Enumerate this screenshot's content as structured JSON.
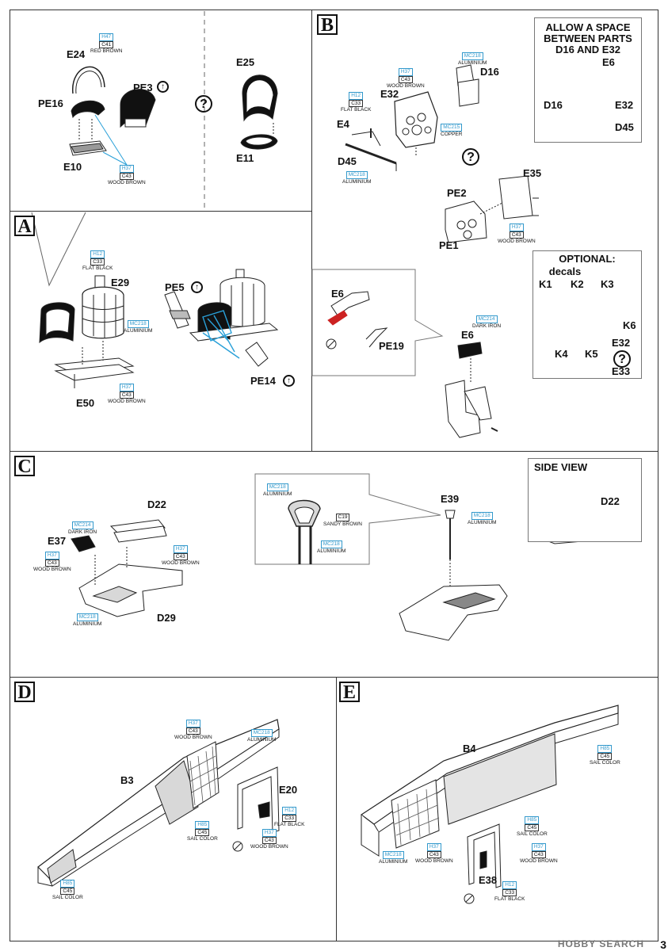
{
  "steps": {
    "b": "B",
    "a": "A",
    "c": "C",
    "d": "D",
    "e": "E"
  },
  "top_left": {
    "parts": {
      "e24": "E24",
      "pe16": "PE16",
      "pe3": "PE3",
      "e10": "E10",
      "e25": "E25",
      "e11": "E11"
    },
    "paints": {
      "seat_frame": {
        "code": "H47",
        "code2": "C41",
        "name": "RED BROWN"
      },
      "seat_base": {
        "code": "H37",
        "code2": "C43",
        "name": "WOOD BROWN"
      }
    }
  },
  "step_b": {
    "parts": {
      "e32": "E32",
      "e4": "E4",
      "d45": "D45",
      "d16": "D16",
      "e35": "E35",
      "pe2": "PE2",
      "pe1": "PE1",
      "e6": "E6",
      "pe19": "PE19"
    },
    "paints": {
      "aluminium_top": {
        "code": "MC218",
        "name": "ALUMINIUM"
      },
      "wood_brown": {
        "code": "H37",
        "code2": "C43",
        "name": "WOOD BROWN"
      },
      "flat_black": {
        "code": "H12",
        "code2": "C33",
        "name": "FLAT BLACK"
      },
      "copper": {
        "code": "MC215",
        "name": "COPPER"
      },
      "aluminium_bottom": {
        "code": "MC218",
        "name": "ALUMINIUM"
      },
      "wood_brown_panel": {
        "code": "H37",
        "code2": "C43",
        "name": "WOOD BROWN"
      },
      "dark_iron": {
        "code": "MC214",
        "name": "DARK IRON"
      }
    },
    "space_box": {
      "title": [
        "ALLOW A SPACE",
        "BETWEEN PARTS",
        "D16 AND E32"
      ],
      "labels": {
        "e6": "E6",
        "d16": "D16",
        "e32": "E32",
        "d45": "D45"
      }
    },
    "optional_box": {
      "title": "OPTIONAL:",
      "subtitle": "decals",
      "labels": {
        "k1": "K1",
        "k2": "K2",
        "k3": "K3",
        "k4": "K4",
        "k5": "K5",
        "k6": "K6",
        "e32": "E32",
        "e33": "E33"
      }
    }
  },
  "step_a": {
    "parts": {
      "e29": "E29",
      "pe5": "PE5",
      "pe14": "PE14",
      "e50": "E50"
    },
    "paints": {
      "flat_black": {
        "code": "H12",
        "code2": "C33",
        "name": "FLAT BLACK"
      },
      "aluminium": {
        "code": "MC218",
        "name": "ALUMINIUM"
      },
      "wood_brown": {
        "code": "H37",
        "code2": "C43",
        "name": "WOOD BROWN"
      }
    }
  },
  "step_c": {
    "parts": {
      "d22": "D22",
      "e37": "E37",
      "d29": "D29",
      "e39": "E39",
      "d22_side": "D22"
    },
    "side_view_title": "SIDE VIEW",
    "paints": {
      "dark_iron": {
        "code": "MC214",
        "name": "DARK IRON"
      },
      "wood_brown_left": {
        "code": "H37",
        "code2": "C43",
        "name": "WOOD BROWN"
      },
      "wood_brown_right": {
        "code": "H37",
        "code2": "C43",
        "name": "WOOD BROWN"
      },
      "aluminium_floor": {
        "code": "MC218",
        "name": "ALUMINIUM"
      },
      "zoom_aluminium_top": {
        "code": "MC218",
        "name": "ALUMINIUM"
      },
      "zoom_sandy_brown": {
        "code2": "C19",
        "name": "SANDY BROWN"
      },
      "zoom_aluminium_bottom": {
        "code": "MC218",
        "name": "ALUMINIUM"
      },
      "stick_aluminium": {
        "code": "MC218",
        "name": "ALUMINIUM"
      }
    }
  },
  "step_d": {
    "parts": {
      "b3": "B3",
      "e20": "E20"
    },
    "paints": {
      "wood_brown_top": {
        "code": "H37",
        "code2": "C43",
        "name": "WOOD BROWN"
      },
      "aluminium": {
        "code": "MC218",
        "name": "ALUMINIUM"
      },
      "flat_black": {
        "code": "H12",
        "code2": "C33",
        "name": "FLAT BLACK"
      },
      "sail_color_mid": {
        "code": "H85",
        "code2": "C45",
        "name": "SAIL COLOR"
      },
      "wood_brown_bottom": {
        "code": "H37",
        "code2": "C43",
        "name": "WOOD BROWN"
      },
      "sail_color_bottom": {
        "code": "H85",
        "code2": "C45",
        "name": "SAIL COLOR"
      }
    }
  },
  "step_e": {
    "parts": {
      "b4": "B4",
      "e38": "E38"
    },
    "paints": {
      "sail_color_top": {
        "code": "H85",
        "code2": "C45",
        "name": "SAIL COLOR"
      },
      "sail_color_mid": {
        "code": "H85",
        "code2": "C45",
        "name": "SAIL COLOR"
      },
      "aluminium": {
        "code": "MC218",
        "name": "ALUMINIUM"
      },
      "wood_brown_left": {
        "code": "H37",
        "code2": "C43",
        "name": "WOOD BROWN"
      },
      "wood_brown_right": {
        "code": "H37",
        "code2": "C43",
        "name": "WOOD BROWN"
      },
      "flat_black": {
        "code": "H12",
        "code2": "C33",
        "name": "FLAT BLACK"
      }
    }
  },
  "footer": {
    "brand": "HOBBY SEARCH",
    "page": "3"
  },
  "colors": {
    "paint_code": "#3399cc",
    "highlight_red": "#cc2222",
    "highlight_blue": "#2aa0d8",
    "grey_fill": "#d8d8d8"
  }
}
